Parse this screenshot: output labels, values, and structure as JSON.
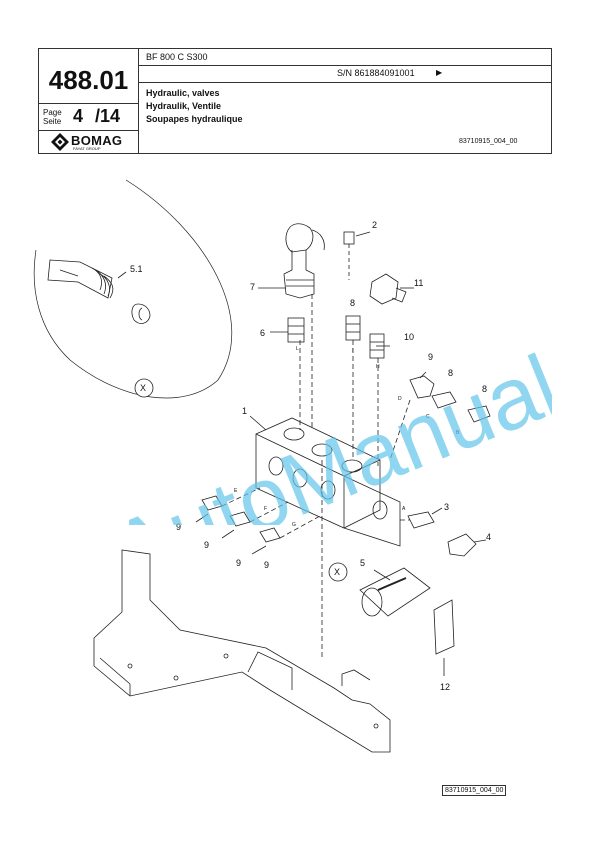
{
  "header": {
    "group_number": "488.01",
    "page_label_en": "Page",
    "page_label_de": "Seite",
    "page_current": "4",
    "page_total": "/14",
    "model": "BF 800 C S300",
    "serial": "S/N 861884091001",
    "serial_arrow": "▶",
    "title_en": "Hydraulic, valves",
    "title_de": "Hydraulik, Ventile",
    "title_fr": "Soupapes hydraulique",
    "drawing_ref": "83710915_004_00"
  },
  "logo": {
    "brand": "BOMAG",
    "sub": "FAYAT GROUP",
    "icon": "bomag-diamond-icon"
  },
  "watermark": {
    "text": "AutoManual",
    "color": "#62c4ea"
  },
  "diagram": {
    "callouts": [
      "1",
      "2",
      "3",
      "4",
      "5",
      "5.1",
      "6",
      "7",
      "8",
      "8",
      "8",
      "9",
      "9",
      "9",
      "9",
      "9",
      "10",
      "11",
      "12"
    ],
    "detail_marker": "X",
    "port_labels": [
      "L",
      "I",
      "H",
      "D",
      "C",
      "B",
      "E",
      "F",
      "G",
      "A"
    ]
  },
  "footer": {
    "drawing_ref": "83710915_004_00"
  }
}
